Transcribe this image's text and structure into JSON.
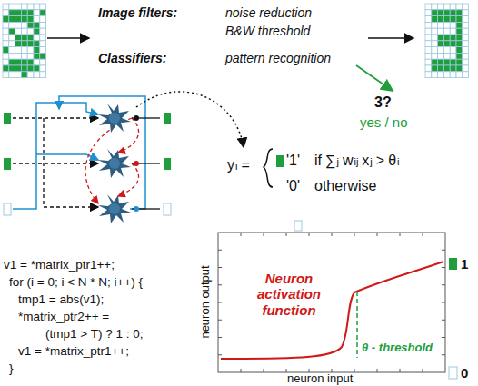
{
  "diagram": {
    "labels": [
      "Image filters:",
      "noise reduction",
      "B&W threshold",
      "Classifiers:",
      "pattern recognition",
      "3?",
      "yes / no",
      "y",
      "i",
      "=",
      "'1'",
      "if",
      "∑",
      "j",
      "w",
      "ij",
      "x",
      "j",
      ">",
      "θ",
      "i",
      "'0'",
      "otherwise",
      "v1 = *matrix_ptr1++;",
      "for (i = 0; i < N * N; i++) {",
      "tmp1 = abs(v1);",
      "*matrix_ptr2++ =",
      "(tmp1 > T) ? 1 : 0;",
      "v1 = *matrix_ptr1++;",
      "}",
      "Neuron activation function",
      "θ - threshold",
      "neuron output",
      "neuron input",
      "1",
      "0"
    ]
  }
}
